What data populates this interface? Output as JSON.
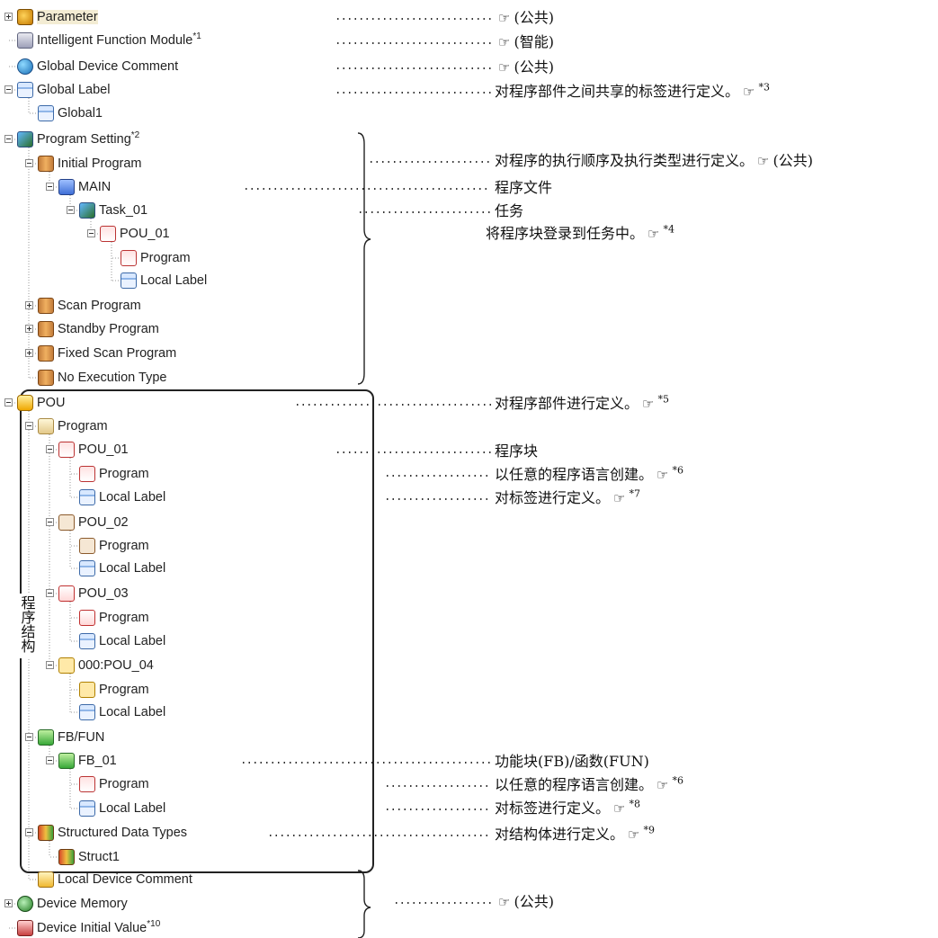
{
  "tree": [
    {
      "label": "Parameter",
      "sup": "",
      "icon": "parameter-icon"
    },
    {
      "label": "Intelligent Function Module",
      "sup": "*1",
      "icon": "module-icon"
    },
    {
      "label": "Global Device Comment",
      "sup": "",
      "icon": "comment-icon"
    },
    {
      "label": "Global Label",
      "sup": "",
      "icon": "label-icon"
    },
    {
      "label": "Global1",
      "sup": "",
      "icon": "label-icon"
    },
    {
      "label": "Program Setting",
      "sup": "*2",
      "icon": "program-setting-icon"
    },
    {
      "label": "Initial Program",
      "sup": "",
      "icon": "program-type-icon"
    },
    {
      "label": "MAIN",
      "sup": "",
      "icon": "program-file-icon"
    },
    {
      "label": "Task_01",
      "sup": "",
      "icon": "task-icon"
    },
    {
      "label": "POU_01",
      "sup": "",
      "icon": "ladder-pou-icon"
    },
    {
      "label": "Program",
      "sup": "",
      "icon": "ladder-program-icon"
    },
    {
      "label": "Local Label",
      "sup": "",
      "icon": "local-label-icon"
    },
    {
      "label": "Scan Program",
      "sup": "",
      "icon": "program-type-icon"
    },
    {
      "label": "Standby Program",
      "sup": "",
      "icon": "program-type-icon"
    },
    {
      "label": "Fixed Scan Program",
      "sup": "",
      "icon": "program-type-icon"
    },
    {
      "label": "No Execution Type",
      "sup": "",
      "icon": "program-type-icon"
    },
    {
      "label": "POU",
      "sup": "",
      "icon": "pou-icon"
    },
    {
      "label": "Program",
      "sup": "",
      "icon": "program-folder-icon"
    },
    {
      "label": "POU_01",
      "sup": "",
      "icon": "ladder-pou-icon"
    },
    {
      "label": "Program",
      "sup": "",
      "icon": "ladder-program-icon"
    },
    {
      "label": "Local Label",
      "sup": "",
      "icon": "local-label-icon"
    },
    {
      "label": "POU_02",
      "sup": "",
      "icon": "st-pou-icon"
    },
    {
      "label": "Program",
      "sup": "",
      "icon": "st-program-icon"
    },
    {
      "label": "Local Label",
      "sup": "",
      "icon": "local-label-icon"
    },
    {
      "label": "POU_03",
      "sup": "",
      "icon": "fbd-pou-icon"
    },
    {
      "label": "Program",
      "sup": "",
      "icon": "fbd-program-icon"
    },
    {
      "label": "Local Label",
      "sup": "",
      "icon": "local-label-icon"
    },
    {
      "label": "000:POU_04",
      "sup": "",
      "icon": "sfc-pou-icon"
    },
    {
      "label": "Program",
      "sup": "",
      "icon": "sfc-program-icon"
    },
    {
      "label": "Local Label",
      "sup": "",
      "icon": "local-label-icon"
    },
    {
      "label": "FB/FUN",
      "sup": "",
      "icon": "fb-fun-icon"
    },
    {
      "label": "FB_01",
      "sup": "",
      "icon": "fb-folder-icon"
    },
    {
      "label": "Program",
      "sup": "",
      "icon": "ladder-program-icon"
    },
    {
      "label": "Local Label",
      "sup": "",
      "icon": "local-label-icon"
    },
    {
      "label": "Structured Data Types",
      "sup": "",
      "icon": "struct-types-icon"
    },
    {
      "label": "Struct1",
      "sup": "",
      "icon": "struct-icon"
    },
    {
      "label": "Local Device Comment",
      "sup": "",
      "icon": "local-comment-icon"
    },
    {
      "label": "Device Memory",
      "sup": "",
      "icon": "device-memory-icon"
    },
    {
      "label": "Device Initial Value",
      "sup": "*10",
      "icon": "device-initial-value-icon"
    }
  ],
  "annotations": [
    {
      "pre": "",
      "ref": "(公共)",
      "sup": ""
    },
    {
      "pre": "",
      "ref": "(智能)",
      "sup": ""
    },
    {
      "pre": "",
      "ref": "(公共)",
      "sup": ""
    },
    {
      "pre": "对程序部件之间共享的标签进行定义。",
      "ref": "",
      "sup": "*3"
    },
    {
      "pre": "对程序的执行顺序及执行类型进行定义。",
      "ref": "(公共)",
      "sup": ""
    },
    {
      "pre": "程序文件",
      "ref": "",
      "sup": "",
      "nohand": true
    },
    {
      "pre": "任务",
      "ref": "",
      "sup": "",
      "nohand": true
    },
    {
      "pre": "将程序块登录到任务中。",
      "ref": "",
      "sup": "*4"
    },
    {
      "pre": "对程序部件进行定义。",
      "ref": "",
      "sup": "*5"
    },
    {
      "pre": "程序块",
      "ref": "",
      "sup": "",
      "nohand": true
    },
    {
      "pre": "以任意的程序语言创建。",
      "ref": "",
      "sup": "*6"
    },
    {
      "pre": "对标签进行定义。",
      "ref": "",
      "sup": "*7"
    },
    {
      "pre": "功能块(FB)/函数(FUN)",
      "ref": "",
      "sup": "",
      "nohand": true
    },
    {
      "pre": "以任意的程序语言创建。",
      "ref": "",
      "sup": "*6"
    },
    {
      "pre": "对标签进行定义。",
      "ref": "",
      "sup": "*8"
    },
    {
      "pre": "对结构体进行定义。",
      "ref": "",
      "sup": "*9"
    },
    {
      "pre": "",
      "ref": "(公共)",
      "sup": ""
    }
  ],
  "frame_label": "程序结构",
  "reference_mark": "☞"
}
